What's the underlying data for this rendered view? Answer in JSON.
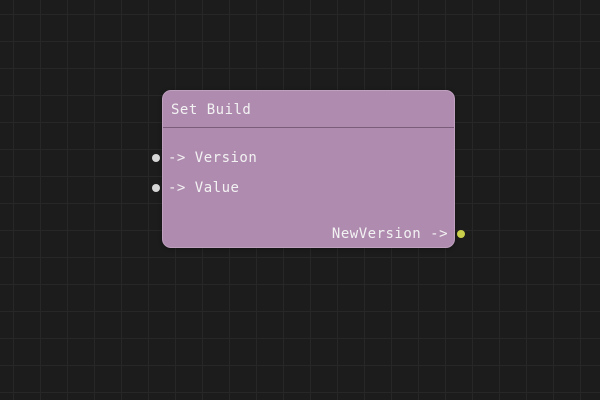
{
  "canvas": {
    "bg_color": "#1c1c1c",
    "grid_color": "#272727"
  },
  "node": {
    "title": "Set Build",
    "body_color": "#b08bb0",
    "border_color": "#bfa0bf",
    "text_color": "#f2f2f2",
    "inputs": [
      {
        "label": "-> Version",
        "pin_color": "#d6d6d6"
      },
      {
        "label": "-> Value",
        "pin_color": "#d6d6d6"
      }
    ],
    "outputs": [
      {
        "label": "NewVersion ->",
        "pin_color": "#c9cf4a"
      }
    ]
  }
}
